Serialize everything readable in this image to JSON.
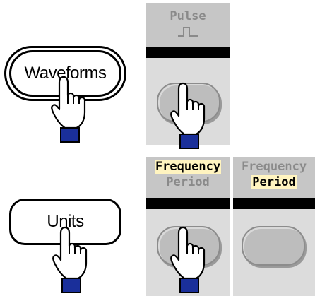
{
  "waveforms_key": {
    "label": "Waveforms"
  },
  "pulse_softkey": {
    "label": "Pulse",
    "icon": "pulse-waveform-icon"
  },
  "units_key": {
    "label": "Units"
  },
  "units_softkey_1": {
    "line1": "Frequency",
    "line2": "Period",
    "selected": "Frequency"
  },
  "units_softkey_2": {
    "line1": "Frequency",
    "line2": "Period",
    "selected": "Period"
  },
  "icons": {
    "pointer": "hand-pointer-icon"
  },
  "colors": {
    "softkey_label_bg": "#c6c6c6",
    "selected_highlight": "#fff4c0",
    "cuff": "#1a2f9a"
  }
}
